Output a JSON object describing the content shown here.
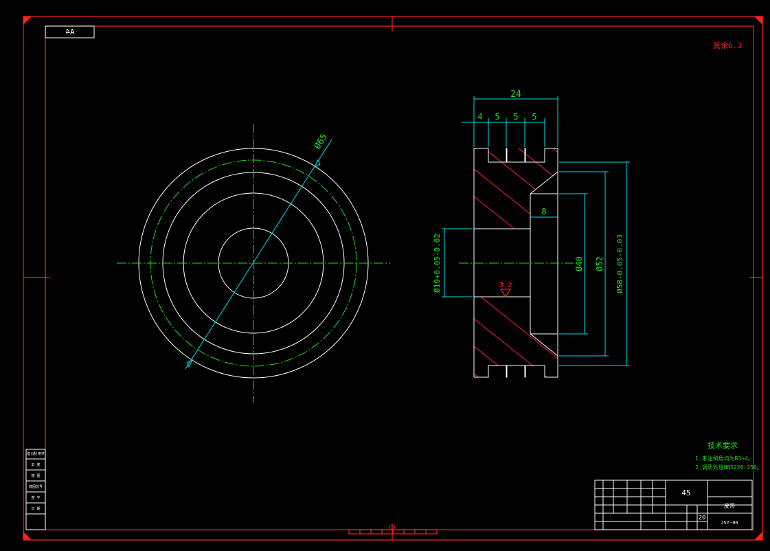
{
  "sheet": {
    "format": "A4",
    "roughness_note": "其余6.3"
  },
  "front_view": {
    "diameter_label": "Ø65"
  },
  "side_view": {
    "dim_width": "24",
    "dim_seg1": "4",
    "dim_seg2": "5",
    "dim_seg3": "5",
    "dim_seg4": "5",
    "dim_bore_depth": "8",
    "dim_bore_left": "Ø19+0.05-0.02",
    "dim_d40": "Ø40",
    "dim_d52": "Ø52",
    "dim_d58": "Ø58-0.05-0.03",
    "roughness_mark": "3.2"
  },
  "tech_requirements": {
    "title": "技术要求",
    "line1": "1.未注倒角均为R3~4。",
    "line2": "2.调质处理HBS220-250。"
  },
  "title_block": {
    "material": "45",
    "scale": "20",
    "part_name": "皮带",
    "drawing_no": "JSY-06"
  },
  "left_strip": {
    "cells": [
      "借(通)用件",
      "旧 底",
      "描 图",
      "底图总号",
      "签 字",
      "日 期"
    ]
  }
}
